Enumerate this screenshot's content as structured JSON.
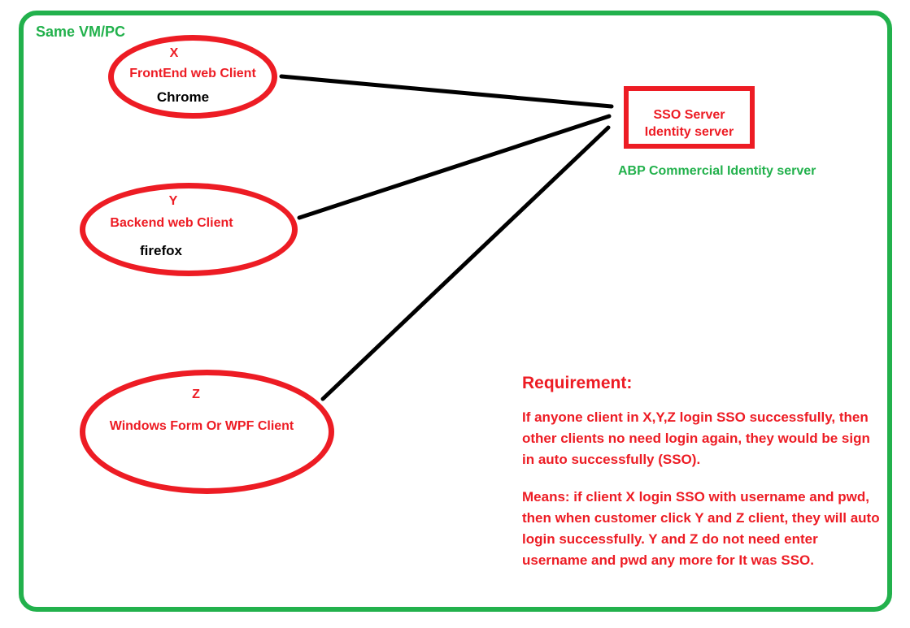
{
  "colors": {
    "frame_green": "#22B14C",
    "shape_red": "#ED1C24",
    "note_black": "#000000",
    "connector_black": "#000000"
  },
  "vm_group": {
    "label": "Same VM/PC"
  },
  "clients": [
    {
      "name": "X",
      "type": "FrontEnd web Client",
      "app": "Chrome"
    },
    {
      "name": "Y",
      "type": "Backend web Client",
      "app": "firefox"
    },
    {
      "name": "Z",
      "type": "Windows Form Or WPF Client"
    }
  ],
  "server": {
    "title": "SSO Server",
    "subtitle": "Identity server",
    "caption": "ABP Commercial Identity server"
  },
  "requirement": {
    "heading": "Requirement:",
    "para1_lines": [
      "If anyone client in X,Y,Z login SSO successfully, then",
      "other clients no need login again, they would be sign",
      "in auto successfully (SSO)."
    ],
    "para2_lines": [
      "Means: if client X login SSO with username and pwd,",
      "then when customer click Y and Z client, they will auto",
      "login successfully. Y and Z do not need enter",
      "username and pwd any more for It was SSO."
    ]
  }
}
